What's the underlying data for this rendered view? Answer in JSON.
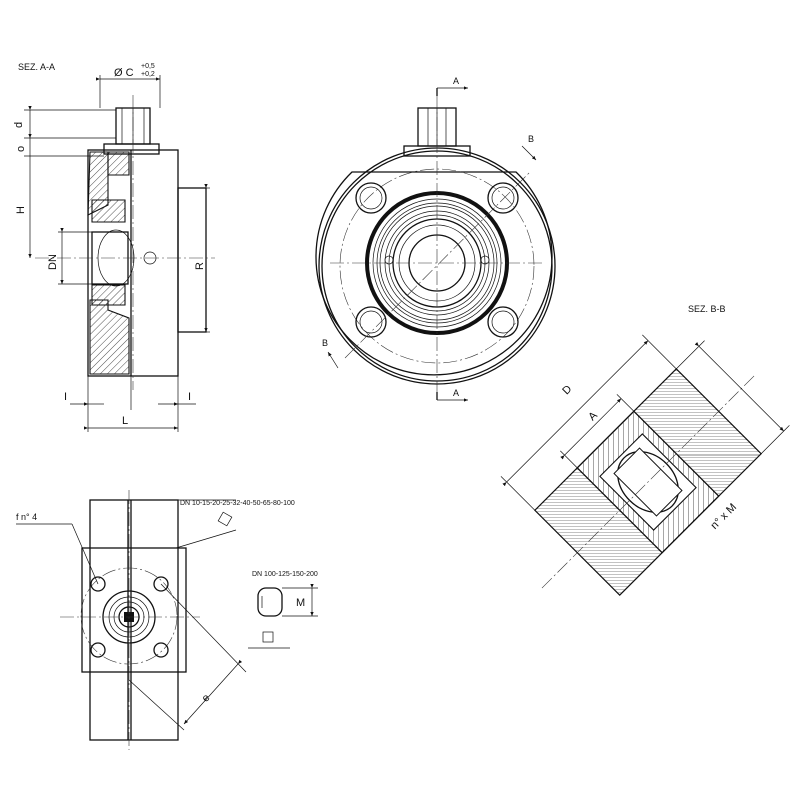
{
  "views": {
    "section_aa": {
      "title": "SEZ.  A-A",
      "dim_c": "Ø C",
      "dim_c_tol_upper": "+0,5",
      "dim_c_tol_lower": "+0,2",
      "dim_d": "d",
      "dim_o": "o",
      "dim_h": "H",
      "dim_dn": "DN",
      "dim_r": "R",
      "dim_l": "L",
      "dim_i_left": "I",
      "dim_i_right": "I"
    },
    "front_view": {
      "marker_a_top": "A",
      "marker_a_bottom": "A",
      "marker_b_top": "B",
      "marker_b_bottom": "B"
    },
    "section_bb": {
      "title": "SEZ.  B-B",
      "dim_d_big": "D",
      "dim_a": "A",
      "dim_nxm": "n° x M"
    },
    "bottom_view": {
      "dim_fn": "f n°  4",
      "note_dn_small": "DN  10-15-20-25-32-40-50-65-80-100",
      "note_dn_large": "DN  100-125-150-200",
      "dim_m": "M",
      "dim_e": "e"
    }
  }
}
